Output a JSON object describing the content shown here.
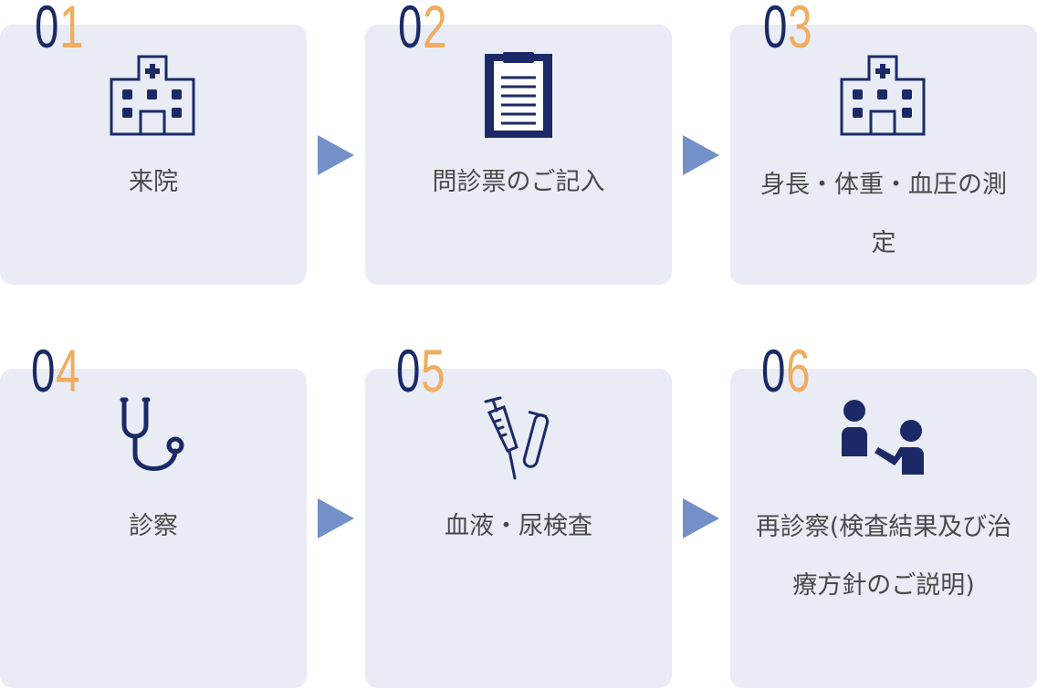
{
  "colors": {
    "navy": "#1b2a66",
    "orange": "#f0ac5f",
    "card": "#e9ecf5",
    "arrow": "#7390c8"
  },
  "steps": [
    {
      "n1": "0",
      "n2": "1",
      "icon": "hospital-icon",
      "label": "来院"
    },
    {
      "n1": "0",
      "n2": "2",
      "icon": "clipboard-icon",
      "label": "問診票のご記入"
    },
    {
      "n1": "0",
      "n2": "3",
      "icon": "hospital-icon",
      "label": "身長・体重・血圧の測定"
    },
    {
      "n1": "0",
      "n2": "4",
      "icon": "stethoscope-icon",
      "label": "診察"
    },
    {
      "n1": "0",
      "n2": "5",
      "icon": "syringe-test-tube-icon",
      "label": "血液・尿検査"
    },
    {
      "n1": "0",
      "n2": "6",
      "icon": "doctor-patient-icon",
      "label": "再診察(検査結果及び治療方針のご説明)"
    }
  ]
}
